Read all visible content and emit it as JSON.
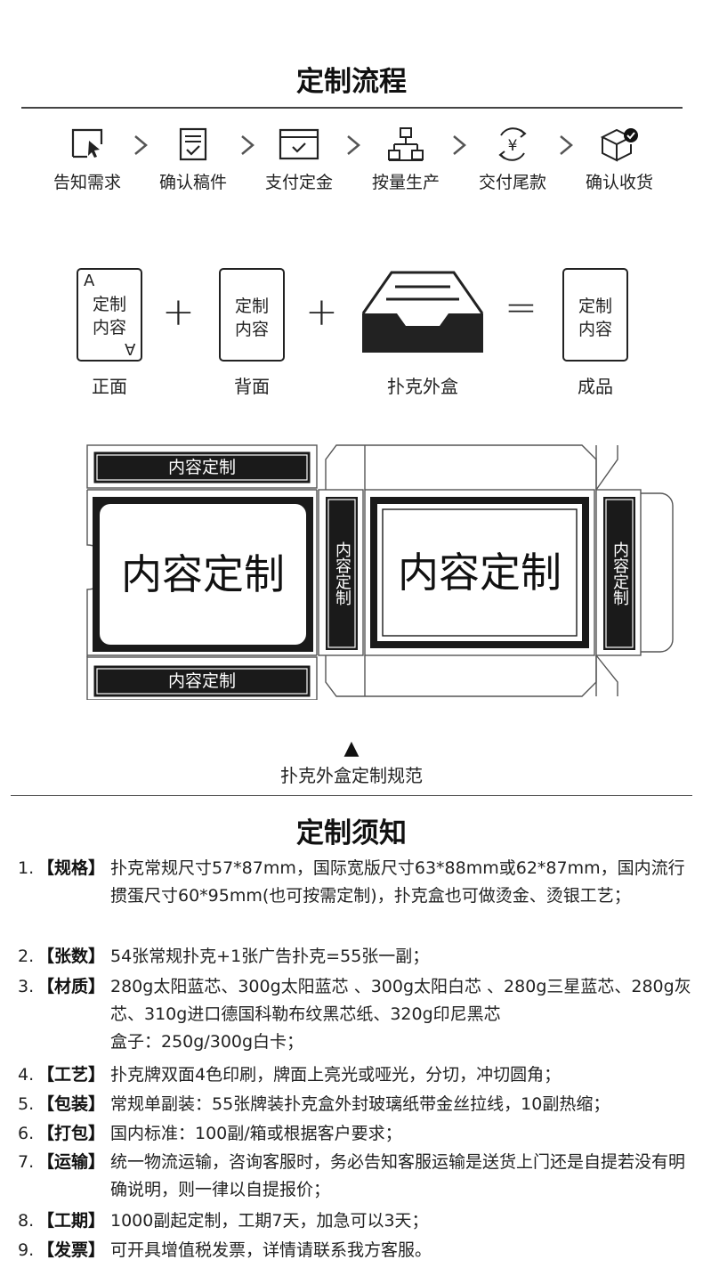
{
  "process": {
    "title": "定制流程",
    "steps": [
      {
        "label": "告知需求",
        "icon": "cursor-icon"
      },
      {
        "label": "确认稿件",
        "icon": "document-check-icon"
      },
      {
        "label": "支付定金",
        "icon": "payment-window-icon"
      },
      {
        "label": "按量生产",
        "icon": "hierarchy-icon"
      },
      {
        "label": "交付尾款",
        "icon": "yen-cycle-icon"
      },
      {
        "label": "确认收货",
        "icon": "box-check-icon"
      }
    ],
    "arrow": ">"
  },
  "formula": {
    "front": {
      "corner_top": "A",
      "line1": "定制",
      "line2": "内容",
      "corner_bottom": "A",
      "caption": "正面"
    },
    "back": {
      "line1": "定制",
      "line2": "内容",
      "caption": "背面"
    },
    "box": {
      "caption": "扑克外盒"
    },
    "result": {
      "line1": "定制",
      "line2": "内容",
      "caption": "成品"
    },
    "plus": "+",
    "equals": "="
  },
  "dieline": {
    "flap_label": "内容定制",
    "main_label": "内容定制",
    "side_label": "内容定制",
    "pointer": "▲",
    "caption": "扑克外盒定制规范"
  },
  "notes": {
    "title": "定制须知",
    "items": [
      {
        "num": "1.",
        "tag": "【规格】",
        "text": "扑克常规尺寸57*87mm，国际宽版尺寸63*88mm或62*87mm，国内流行掼蛋尺寸60*95mm(也可按需定制)，扑克盒也可做烫金、烫银工艺；"
      },
      {
        "num": "2.",
        "tag": "【张数】",
        "text": "54张常规扑克+1张广告扑克=55张一副；"
      },
      {
        "num": "3.",
        "tag": "【材质】",
        "text": "280g太阳蓝芯、300g太阳蓝芯 、300g太阳白芯 、280g三星蓝芯、280g灰芯、310g进口德国科勒布纹黑芯纸、320g印尼黑芯",
        "text2": "盒子：250g/300g白卡；"
      },
      {
        "num": "4.",
        "tag": "【工艺】",
        "text": "扑克牌双面4色印刷，牌面上亮光或哑光，分切，冲切圆角；"
      },
      {
        "num": "5.",
        "tag": "【包装】",
        "text": "常规单副装：55张牌装扑克盒外封玻璃纸带金丝拉线，10副热缩；"
      },
      {
        "num": "6.",
        "tag": "【打包】",
        "text": "国内标准：100副/箱或根据客户要求；"
      },
      {
        "num": "7.",
        "tag": "【运输】",
        "text": "统一物流运输，咨询客服时，务必告知客服运输是送货上门还是自提若没有明确说明，则一律以自提报价；"
      },
      {
        "num": "8.",
        "tag": "【工期】",
        "text": "1000副起定制，工期7天，加急可以3天；"
      },
      {
        "num": "9.",
        "tag": "【发票】",
        "text": "可开具增值税发票，详情请联系我方客服。"
      }
    ]
  }
}
